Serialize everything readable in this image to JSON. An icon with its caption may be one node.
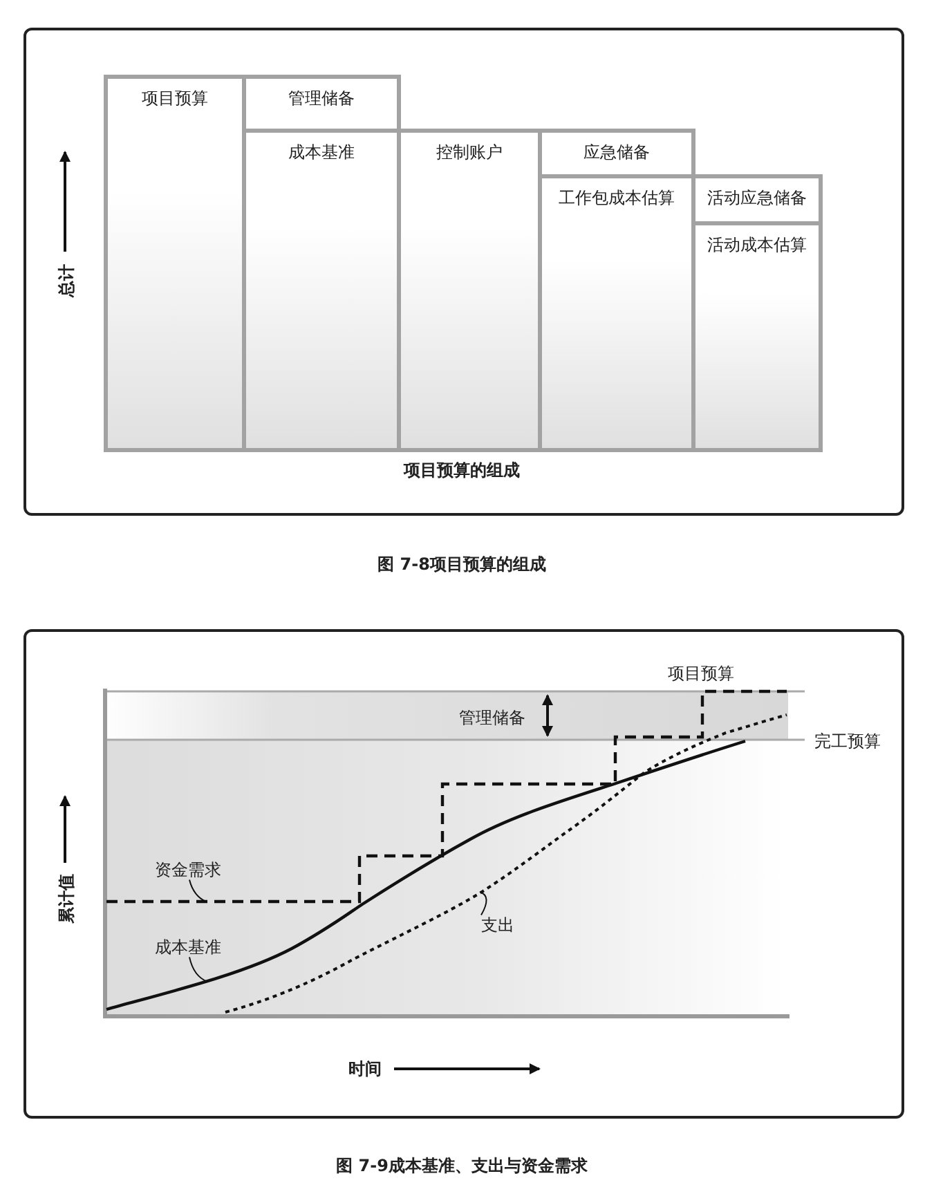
{
  "diagram": {
    "nodes": [
      {
        "text": [
          "项目预算"
        ]
      },
      {
        "text": [
          "管理储备"
        ]
      },
      {
        "text": [
          "成本基准"
        ]
      },
      {
        "text": [
          "控制账户"
        ]
      },
      {
        "text": [
          "应急储备"
        ]
      },
      {
        "text": [
          "工作包成本估算"
        ]
      },
      {
        "text": [
          "活动应急储备"
        ]
      },
      {
        "text": [
          "活动成本估算"
        ]
      },
      {
        "text": [
          "资金需求"
        ]
      },
      {
        "text": [
          "成本基准"
        ]
      },
      {
        "text": [
          "支出"
        ]
      }
    ],
    "edges": [
      {
        "from": 8,
        "to": null,
        "arrow": "none"
      },
      {
        "from": 9,
        "to": null,
        "arrow": "none"
      },
      {
        "from": 10,
        "to": null,
        "arrow": "none"
      }
    ],
    "labels": [
      "总计",
      "项目预算的组成",
      "图 7-8项目预算的组成",
      "项目预算",
      "管理储备",
      "完工预算",
      "累计值",
      "时间",
      "图 7-9成本基准、支出与资金需求"
    ]
  }
}
